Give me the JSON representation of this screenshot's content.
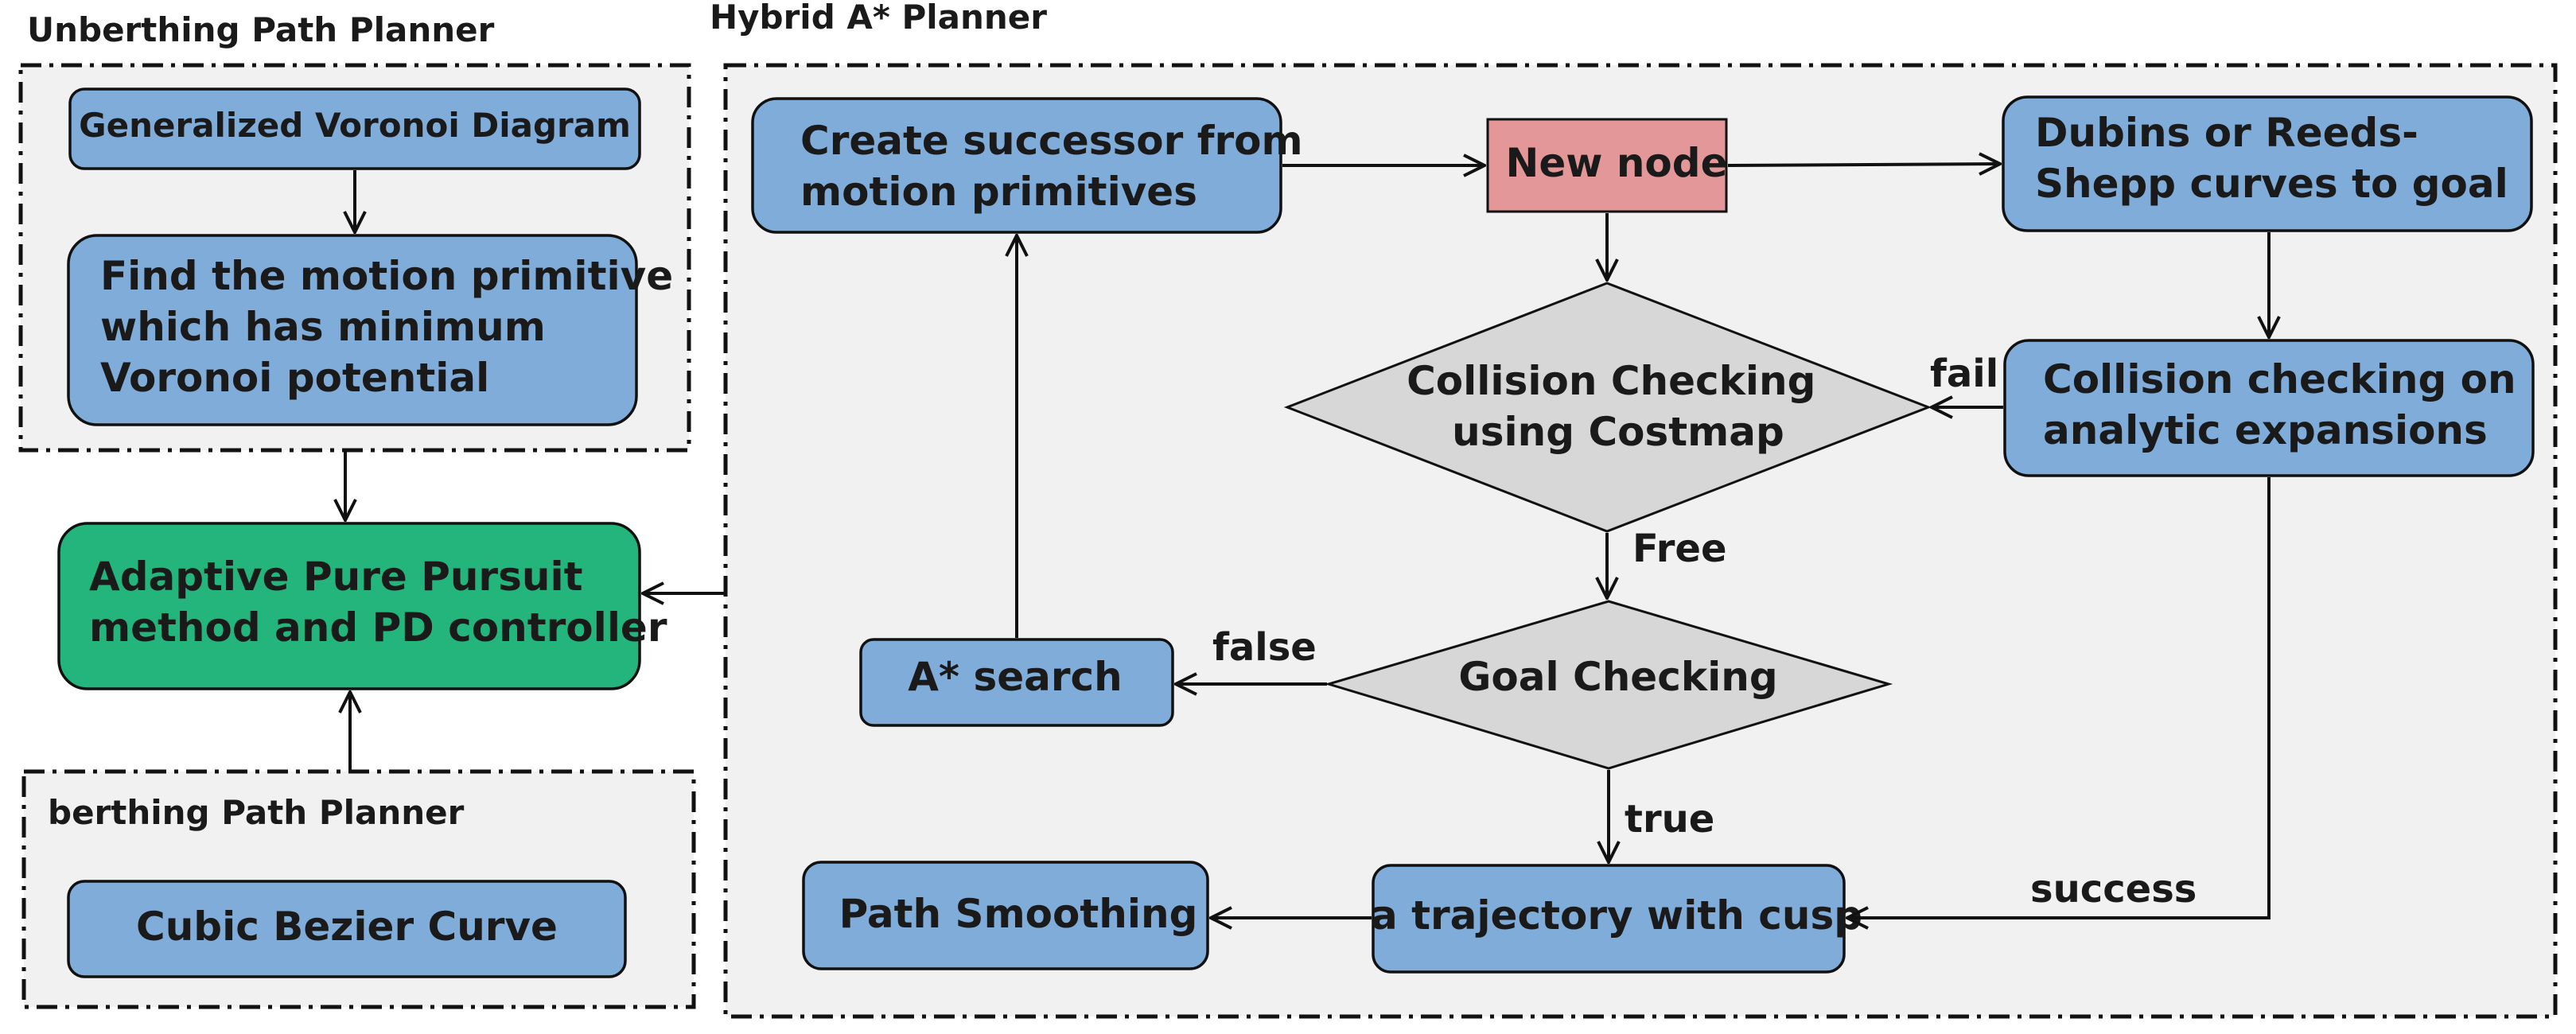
{
  "groups": {
    "unberthing": "Unberthing Path Planner",
    "hybrid": "Hybrid A* Planner",
    "berthing": "berthing Path Planner"
  },
  "nodes": {
    "voronoi": [
      "Generalized Voronoi Diagram"
    ],
    "find_primitive": [
      "Find the motion primitive",
      "which has minimum",
      "Voronoi potential"
    ],
    "adaptive": [
      "Adaptive Pure Pursuit",
      "method and PD controller"
    ],
    "bezier": [
      "Cubic Bezier Curve"
    ],
    "successor": [
      "Create successor from",
      "motion primitives"
    ],
    "new_node": [
      "New node"
    ],
    "dubins": [
      "Dubins or Reeds-",
      "Shepp curves to goal"
    ],
    "collision_costmap": [
      "Collision Checking",
      "using Costmap"
    ],
    "collision_analytic": [
      "Collision checking on",
      "analytic expansions"
    ],
    "astar": [
      "A* search"
    ],
    "goal": [
      "Goal Checking"
    ],
    "smoothing": [
      "Path Smoothing"
    ],
    "trajectory": [
      "a trajectory with cusp"
    ]
  },
  "edge_labels": {
    "fail": "fail",
    "free": "Free",
    "false": "false",
    "true": "true",
    "success": "success"
  }
}
